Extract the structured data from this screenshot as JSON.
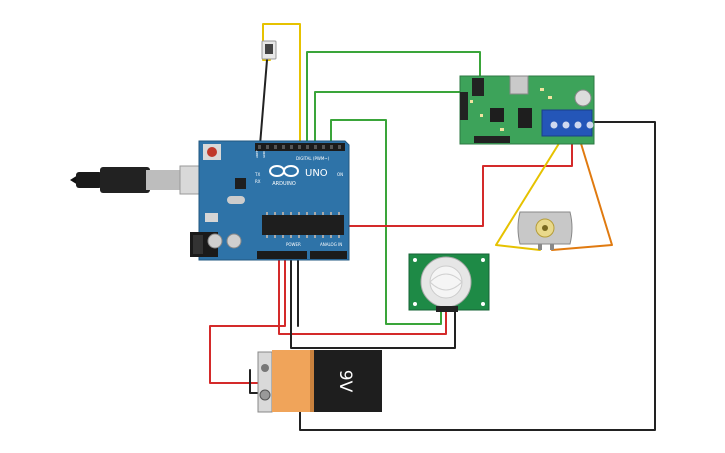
{
  "arduino": {
    "uno_label": "UNO",
    "brand_label": "ARDUINO",
    "digital_label": "DIGITAL (PWM~)",
    "power_label": "POWER",
    "analog_label": "ANALOG IN",
    "on_label": "ON",
    "tx_label": "TX",
    "rx_label": "RX",
    "aref_label": "AREF",
    "gnd_label": "GND"
  },
  "battery": {
    "voltage_label": "9V"
  },
  "colors": {
    "board_blue": "#2e73a8",
    "wire_red": "#d42a2a",
    "wire_black": "#222222",
    "wire_green": "#3aa53a",
    "wire_yellow": "#e6c200",
    "wire_orange": "#e07a10",
    "battery_orange": "#f0a45a",
    "driver_green": "#3da35a"
  },
  "components": {
    "arduino": "arduino-uno",
    "battery": "9v-battery",
    "motor": "dc-motor",
    "pir": "pir-sensor",
    "driver": "motor-driver",
    "button": "pushbutton",
    "usb": "usb-cable"
  }
}
